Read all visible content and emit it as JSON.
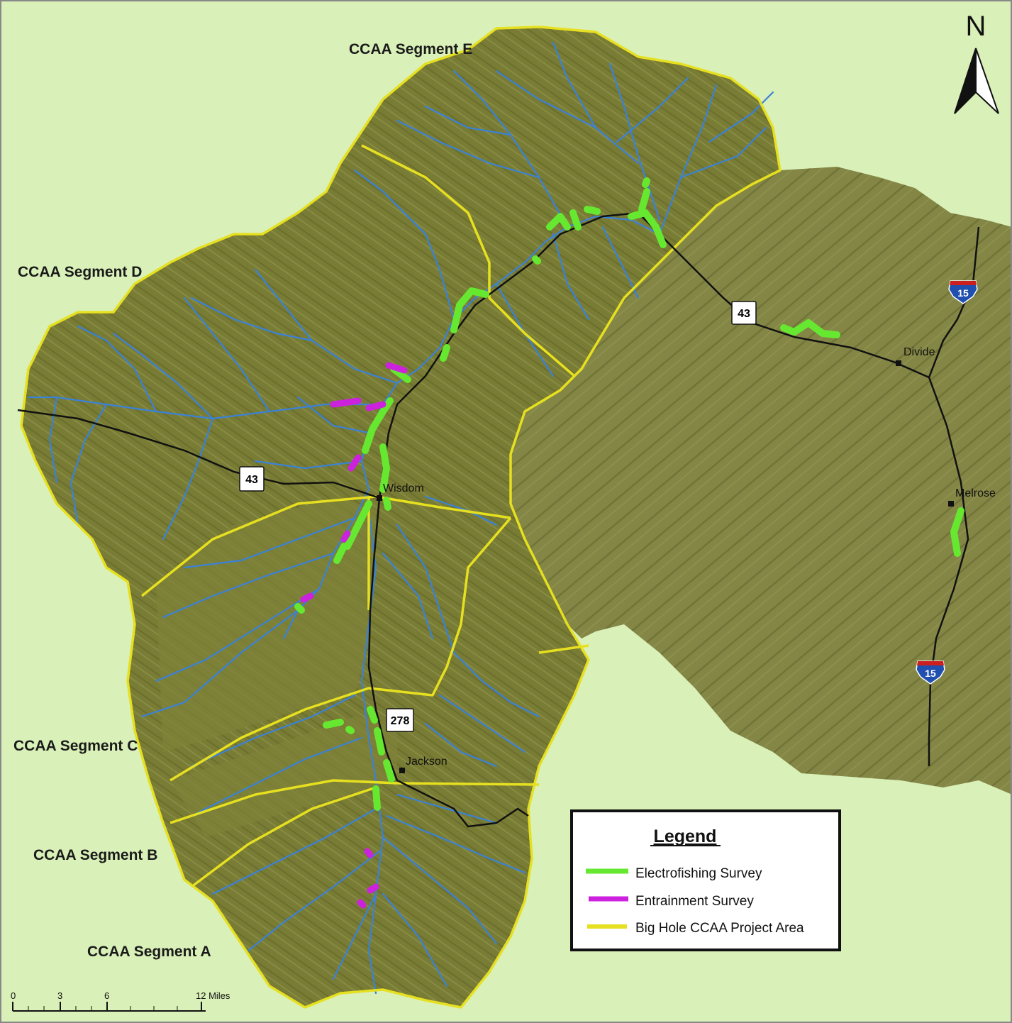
{
  "map": {
    "segments": [
      {
        "id": "e",
        "label": "CCAA Segment E"
      },
      {
        "id": "d",
        "label": "CCAA Segment D"
      },
      {
        "id": "c",
        "label": "CCAA Segment C"
      },
      {
        "id": "b",
        "label": "CCAA Segment B"
      },
      {
        "id": "a",
        "label": "CCAA Segment A"
      }
    ],
    "towns": {
      "wisdom": "Wisdom",
      "jackson": "Jackson",
      "divide": "Divide",
      "melrose": "Melrose"
    },
    "highways": {
      "route43_west": "43",
      "route43_east": "43",
      "route278": "278",
      "i15_north": "15",
      "i15_south": "15"
    },
    "north_arrow": "N",
    "scale_bar": {
      "ticks": [
        "0",
        "3",
        "6",
        "12 Miles"
      ]
    },
    "legend": {
      "title": "Legend",
      "items": [
        {
          "label": "Electrofishing Survey",
          "color": "#66e830"
        },
        {
          "label": "Entrainment Survey",
          "color": "#cc22dd"
        },
        {
          "label": "Big Hole CCAA Project Area",
          "color": "#e6e020"
        }
      ]
    },
    "colors": {
      "background": "#d9f0b8",
      "terrain": "#7c7f35",
      "terrain_outer": "#8a8a45",
      "stream": "#3a82d8",
      "road": "#111111",
      "boundary": "#e6e020",
      "electrofishing": "#66e830",
      "entrainment": "#cc22dd"
    }
  }
}
